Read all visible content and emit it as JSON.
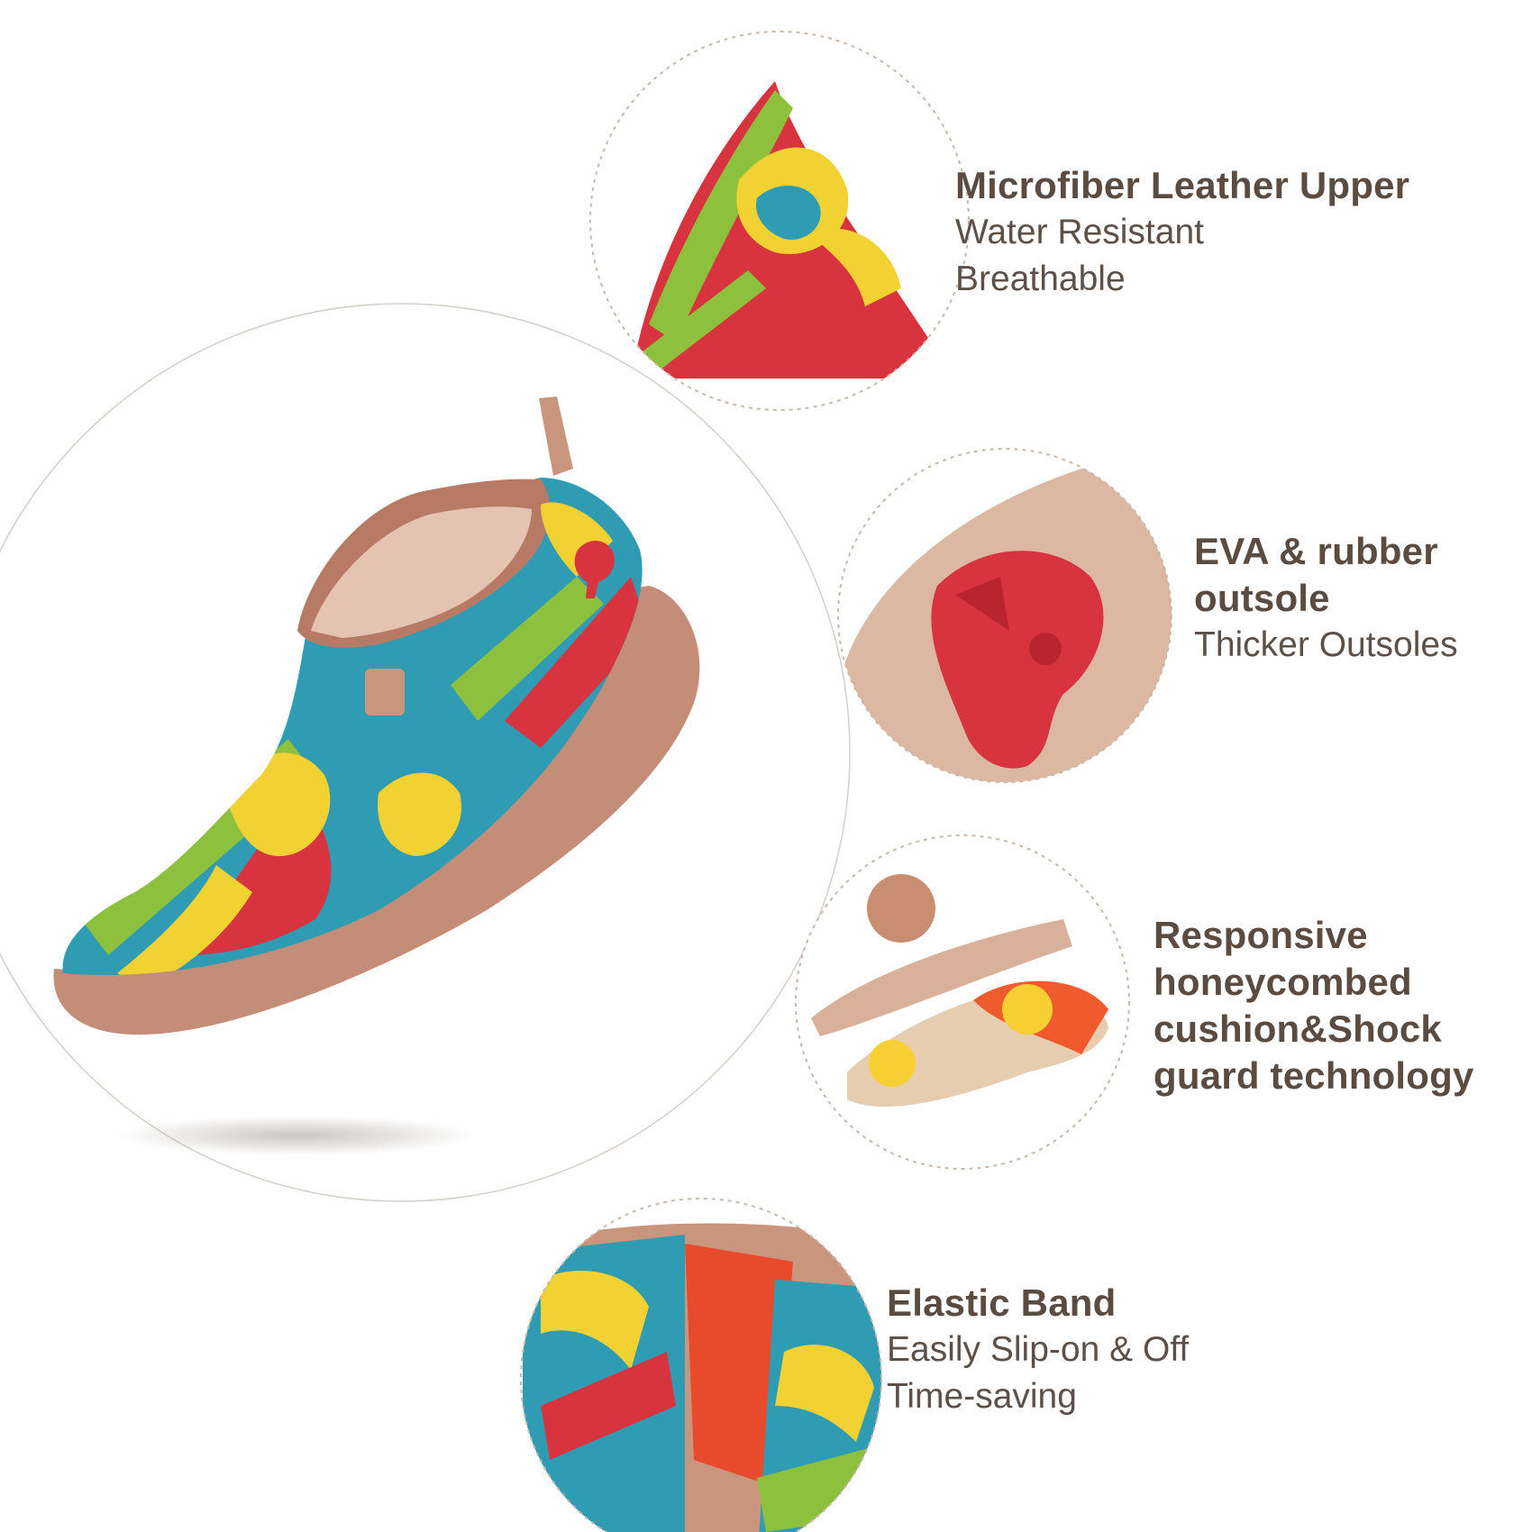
{
  "colors": {
    "text": "#5b4c42",
    "sole": "#c38d78",
    "red": "#d8343f",
    "yellow": "#f2d233",
    "green": "#8dc13d",
    "teal": "#2f9cb4",
    "dashed_circle": "#c9b9ab"
  },
  "icons": [
    "shoe-image",
    "upper-closeup-image",
    "outsole-closeup-image",
    "insole-closeup-image",
    "elastic-band-closeup-image"
  ],
  "features": [
    {
      "title": "Microfiber Leather Upper",
      "lines": [
        "Water Resistant",
        "Breathable"
      ]
    },
    {
      "title": "EVA & rubber outsole",
      "title_lines": [
        "EVA & rubber",
        "outsole"
      ],
      "lines": [
        "Thicker Outsoles"
      ]
    },
    {
      "title": "Responsive honeycombed cushion&Shock guard technology",
      "title_lines": [
        "Responsive",
        "honeycombed",
        "cushion&Shock",
        "guard technology"
      ],
      "lines": []
    },
    {
      "title": "Elastic Band",
      "lines": [
        "Easily Slip-on & Off",
        "Time-saving"
      ]
    }
  ]
}
